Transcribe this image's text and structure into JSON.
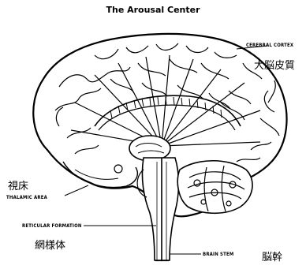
{
  "title": "The Arousal Center",
  "labels": {
    "cerebral_cortex_en": "CEREBRAL CORTEX",
    "cerebral_cortex_jp": "大脳皮質",
    "thalamic_jp": "視床",
    "thalamic_en": "THALAMIC AREA",
    "reticular_en": "RETICULAR FORMATION",
    "reticular_jp": "網様体",
    "brain_stem_en": "BRAIN STEM",
    "brain_stem_jp": "脳幹"
  }
}
